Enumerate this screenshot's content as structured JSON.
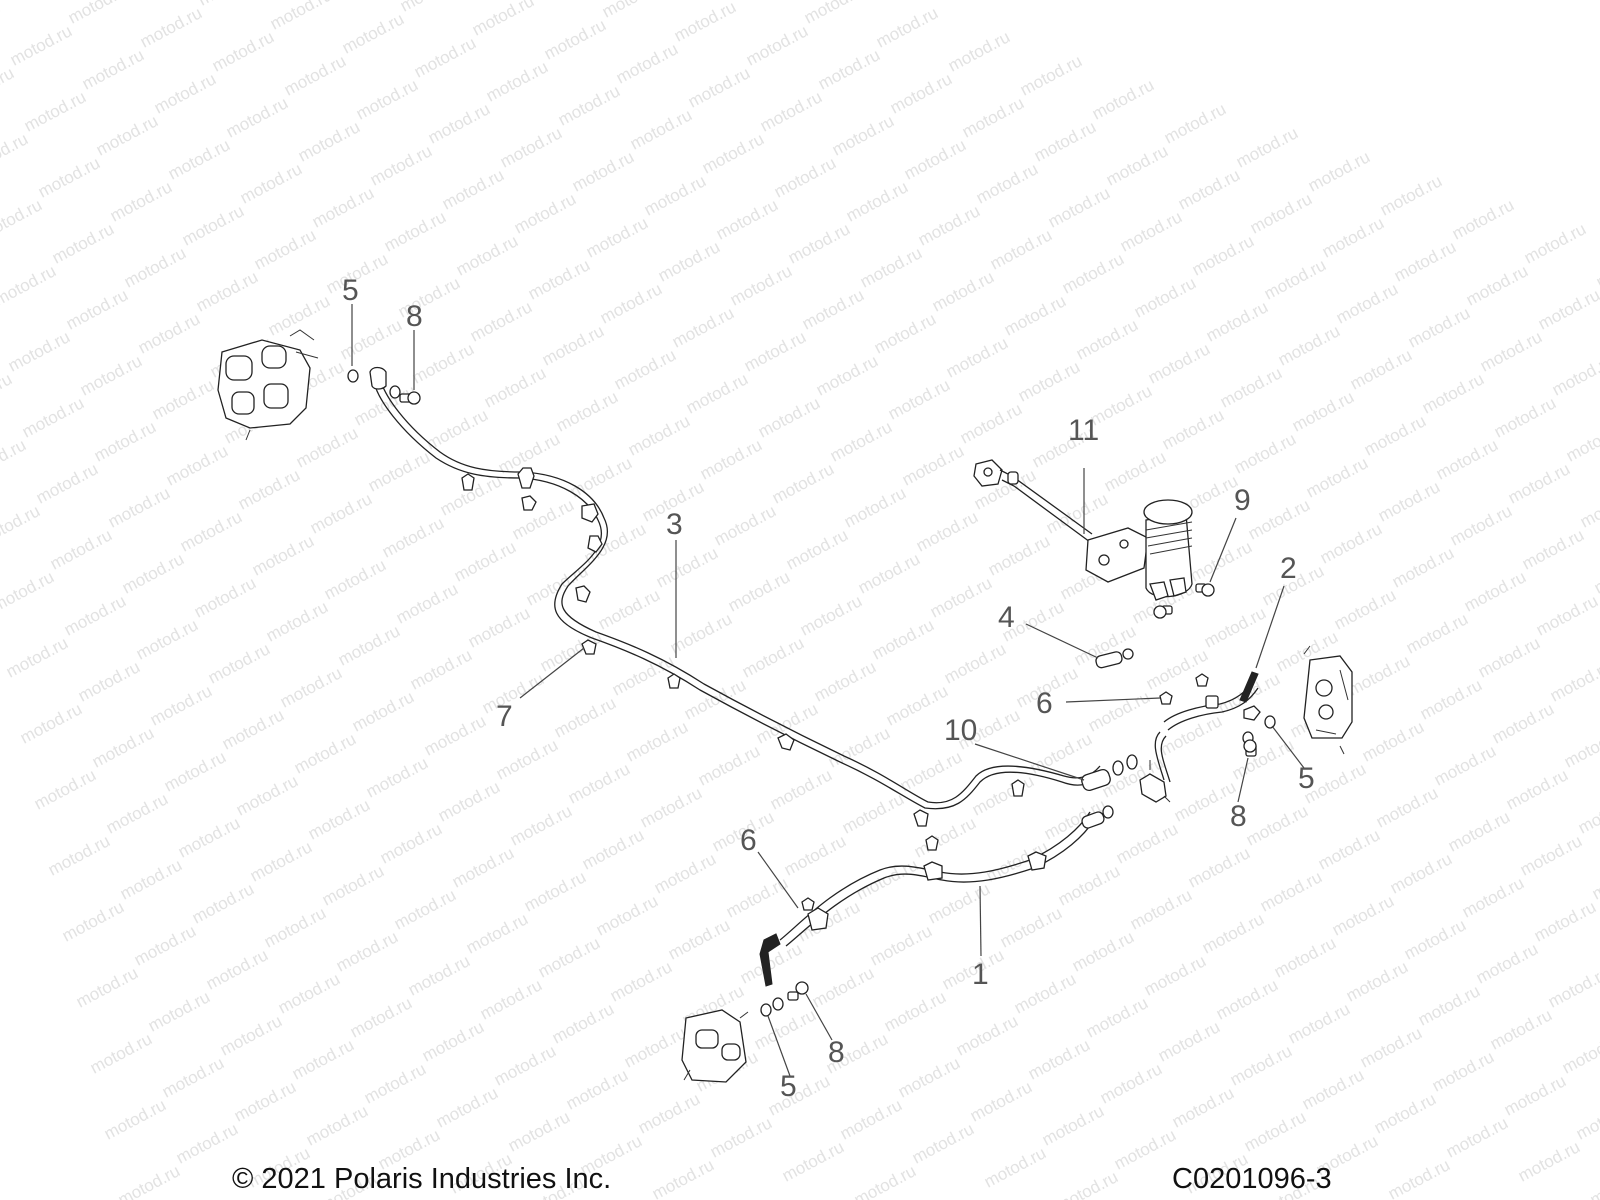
{
  "watermark": "motod.ru",
  "callouts": {
    "c1": "1",
    "c2": "2",
    "c3": "3",
    "c4": "4",
    "c5": "5",
    "c6": "6",
    "c7": "7",
    "c8": "8",
    "c9": "9",
    "c10": "10",
    "c11": "11"
  },
  "footer": {
    "copyright": "© 2021 Polaris Industries Inc.",
    "figure_code": "C0201096-3"
  }
}
